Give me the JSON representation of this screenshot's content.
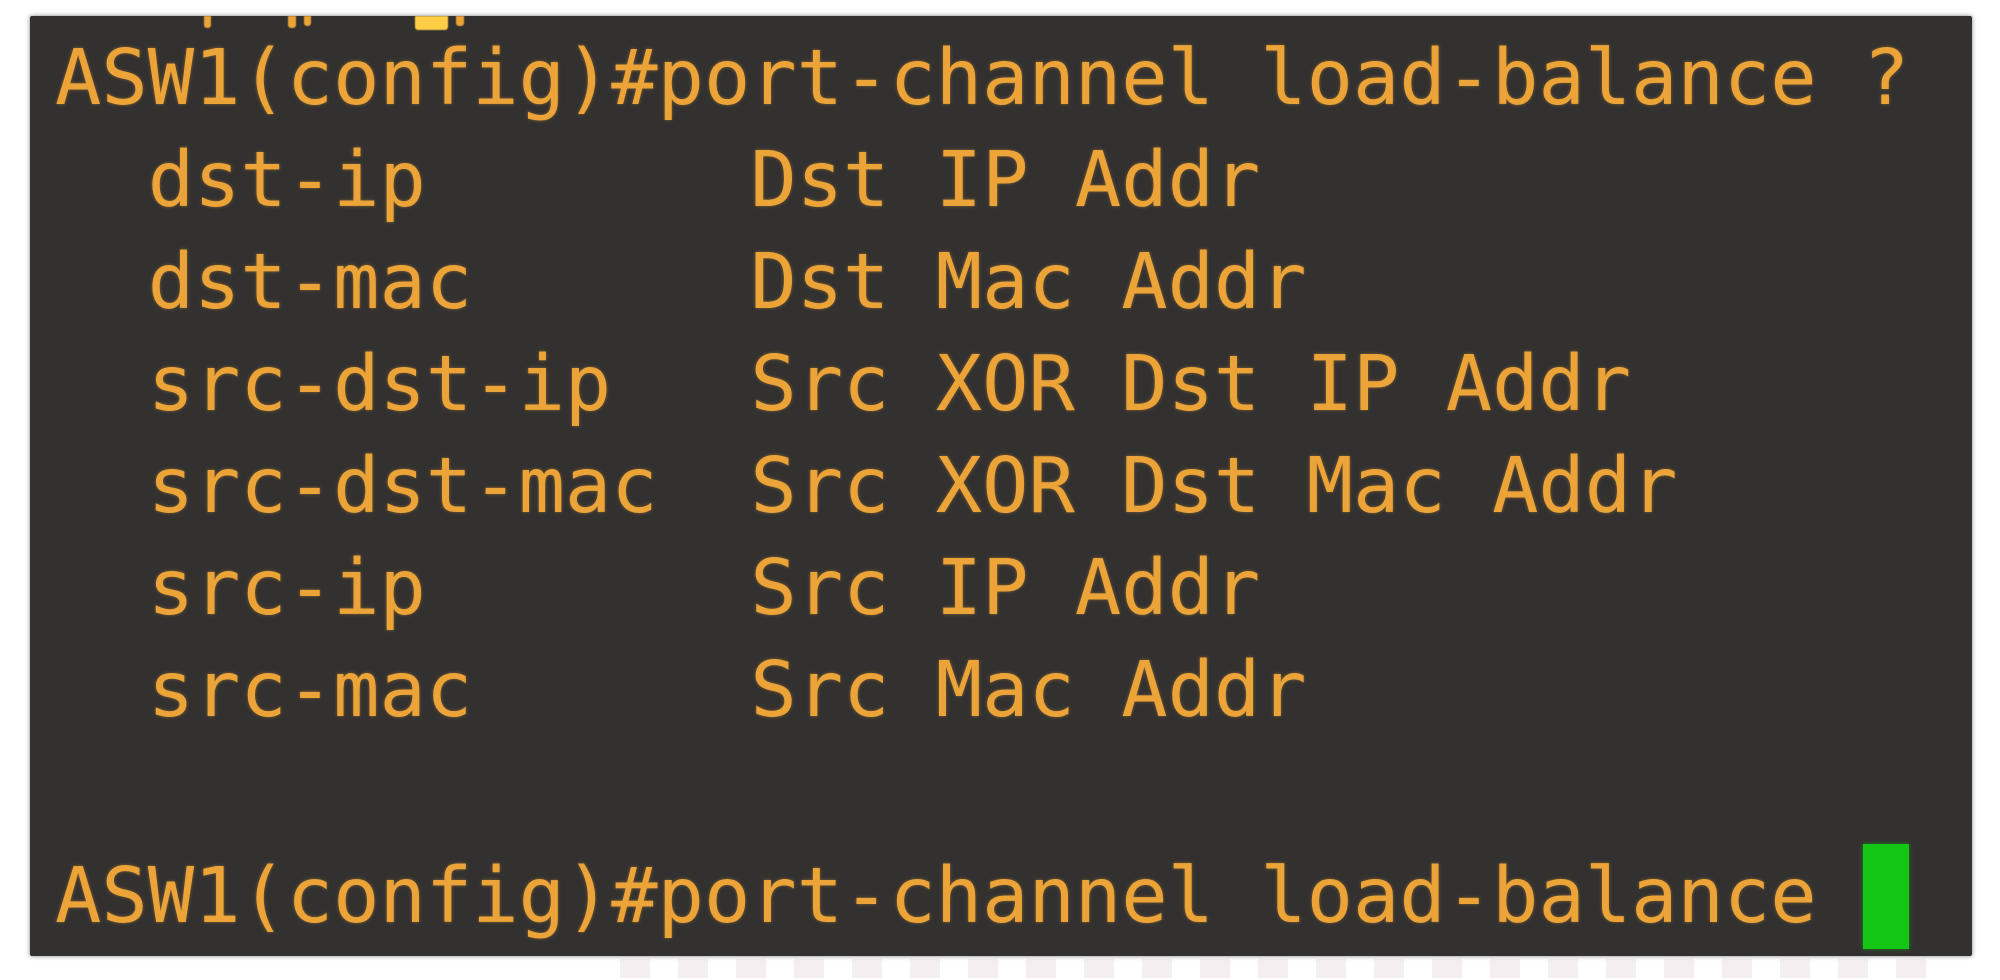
{
  "app": {
    "type": "cisco-ios-cli-terminal",
    "device_hostname": "ASW1",
    "config_mode": "(config)"
  },
  "colors": {
    "page_background": "#ffffff",
    "terminal_background": "#333130",
    "terminal_text": "#eca438",
    "cursor": "#15c715"
  },
  "terminal": {
    "prompt": "ASW1(config)#",
    "command_with_help": "port-channel load-balance ?",
    "help_options": [
      {
        "keyword": "dst-ip",
        "description": "Dst IP Addr"
      },
      {
        "keyword": "dst-mac",
        "description": "Dst Mac Addr"
      },
      {
        "keyword": "src-dst-ip",
        "description": "Src XOR Dst IP Addr"
      },
      {
        "keyword": "src-dst-mac",
        "description": "Src XOR Dst Mac Addr"
      },
      {
        "keyword": "src-ip",
        "description": "Src IP Addr"
      },
      {
        "keyword": "src-mac",
        "description": "Src Mac Addr"
      }
    ],
    "current_input": "port-channel load-balance ",
    "cursor_visible": true
  }
}
